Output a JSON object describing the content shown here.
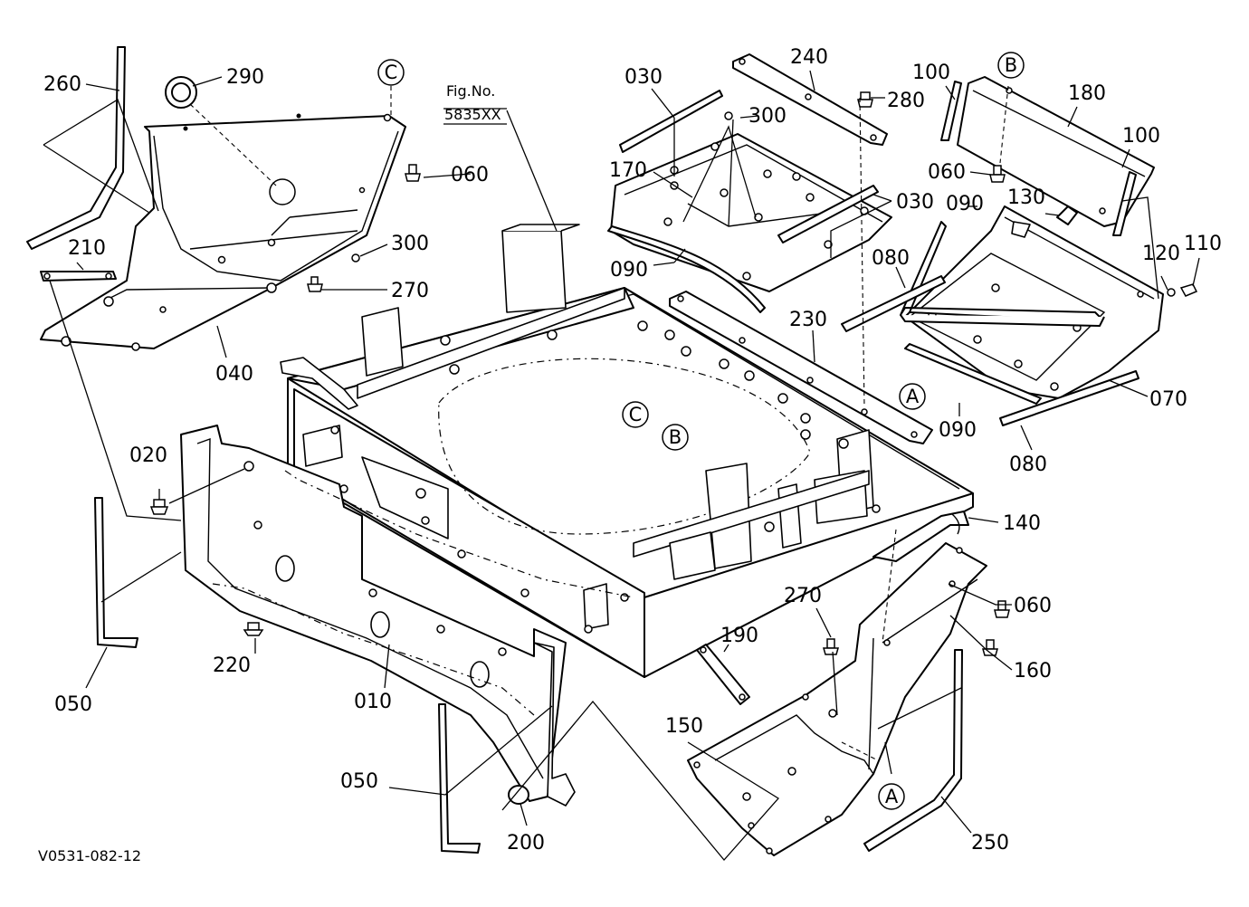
{
  "figure": {
    "fig_no_label": "Fig.No.",
    "fig_no_value": "5835XX",
    "drawing_code": "V0531-082-12"
  },
  "callouts": [
    {
      "id": "c260",
      "text": "260"
    },
    {
      "id": "c290",
      "text": "290"
    },
    {
      "id": "c060a",
      "text": "060"
    },
    {
      "id": "c300a",
      "text": "300"
    },
    {
      "id": "c270a",
      "text": "270"
    },
    {
      "id": "c210",
      "text": "210"
    },
    {
      "id": "c040",
      "text": "040"
    },
    {
      "id": "c020",
      "text": "020"
    },
    {
      "id": "c050a",
      "text": "050"
    },
    {
      "id": "c220",
      "text": "220"
    },
    {
      "id": "c010",
      "text": "010"
    },
    {
      "id": "c050b",
      "text": "050"
    },
    {
      "id": "c200",
      "text": "200"
    },
    {
      "id": "c030a",
      "text": "030"
    },
    {
      "id": "c240",
      "text": "240"
    },
    {
      "id": "c280",
      "text": "280"
    },
    {
      "id": "c300b",
      "text": "300"
    },
    {
      "id": "c170",
      "text": "170"
    },
    {
      "id": "c030b",
      "text": "030"
    },
    {
      "id": "c090a",
      "text": "090"
    },
    {
      "id": "c230",
      "text": "230"
    },
    {
      "id": "c100a",
      "text": "100"
    },
    {
      "id": "c180",
      "text": "180"
    },
    {
      "id": "c100b",
      "text": "100"
    },
    {
      "id": "c060b",
      "text": "060"
    },
    {
      "id": "c130",
      "text": "130"
    },
    {
      "id": "c090b",
      "text": "090"
    },
    {
      "id": "c080a",
      "text": "080"
    },
    {
      "id": "c120",
      "text": "120"
    },
    {
      "id": "c110",
      "text": "110"
    },
    {
      "id": "c070",
      "text": "070"
    },
    {
      "id": "c090c",
      "text": "090"
    },
    {
      "id": "c080b",
      "text": "080"
    },
    {
      "id": "c140",
      "text": "140"
    },
    {
      "id": "c270b",
      "text": "270"
    },
    {
      "id": "c060c",
      "text": "060"
    },
    {
      "id": "c190",
      "text": "190"
    },
    {
      "id": "c160",
      "text": "160"
    },
    {
      "id": "c150",
      "text": "150"
    },
    {
      "id": "c250",
      "text": "250"
    }
  ],
  "reference_markers": [
    {
      "id": "refC1",
      "letter": "C"
    },
    {
      "id": "refB1",
      "letter": "B"
    },
    {
      "id": "refA1",
      "letter": "A"
    },
    {
      "id": "refC2",
      "letter": "C"
    },
    {
      "id": "refB2",
      "letter": "B"
    },
    {
      "id": "refA2",
      "letter": "A"
    }
  ]
}
